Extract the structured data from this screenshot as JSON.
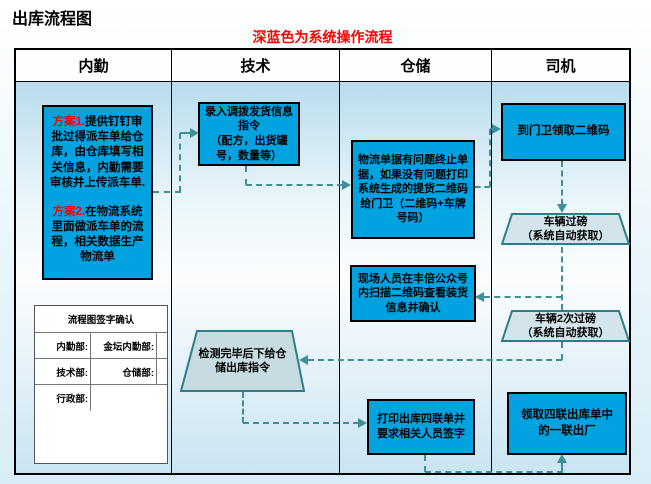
{
  "page": {
    "title": "出库流程图",
    "subtitle": "深蓝色为系统操作流程"
  },
  "lanes": [
    {
      "label": "内勤"
    },
    {
      "label": "技术"
    },
    {
      "label": "仓储"
    },
    {
      "label": "司机"
    }
  ],
  "nodes": {
    "plan": {
      "p1_label": "方案1.",
      "p1_text": "提供钉钉审批过得派车单给仓库，由仓库填写相关信息，内勤需要审核并上传派车单.",
      "p2_label": "方案2.",
      "p2_text": "在物流系统里面做派车单的流程，相关数据生产物流单"
    },
    "entry": {
      "line1": "录入调拨发货信息指令",
      "line2": "（配方，出货罐号，数量等）"
    },
    "inspect": {
      "text": "检测完毕后下给仓储出库指令"
    },
    "qr_print": {
      "text": "物流单据有问题终止单据，如果没有问题打印系统生成的提货二维码给门卫（二维码+车牌号码）"
    },
    "scan_confirm": {
      "text": "现场人员在丰倍公众号内扫描二维码查看装货信息并确认"
    },
    "print_four": {
      "text": "打印出库四联单并要求相关人员签字"
    },
    "get_qr": {
      "text": "到门卫领取二维码"
    },
    "weigh1": {
      "line1": "车辆过磅",
      "line2": "（系统自动获取）"
    },
    "weigh2": {
      "line1": "车辆2次过磅",
      "line2": "（系统自动获取）"
    },
    "exit_factory": {
      "text": "领取四联出库单中的一联出厂"
    }
  },
  "signoff": {
    "title": "流程图签字确认",
    "rows": [
      {
        "label": "内勤部:"
      },
      {
        "label": "金坛内勤部:"
      },
      {
        "label": "技术部:"
      },
      {
        "label": "仓储部:"
      },
      {
        "label": "行政部:"
      }
    ]
  },
  "colors": {
    "system_box_blue": "#00a2e0",
    "manual_shape_fill": "#cfe3e9",
    "connector_teal": "#3f8f99",
    "accent_red": "#ff0000"
  }
}
